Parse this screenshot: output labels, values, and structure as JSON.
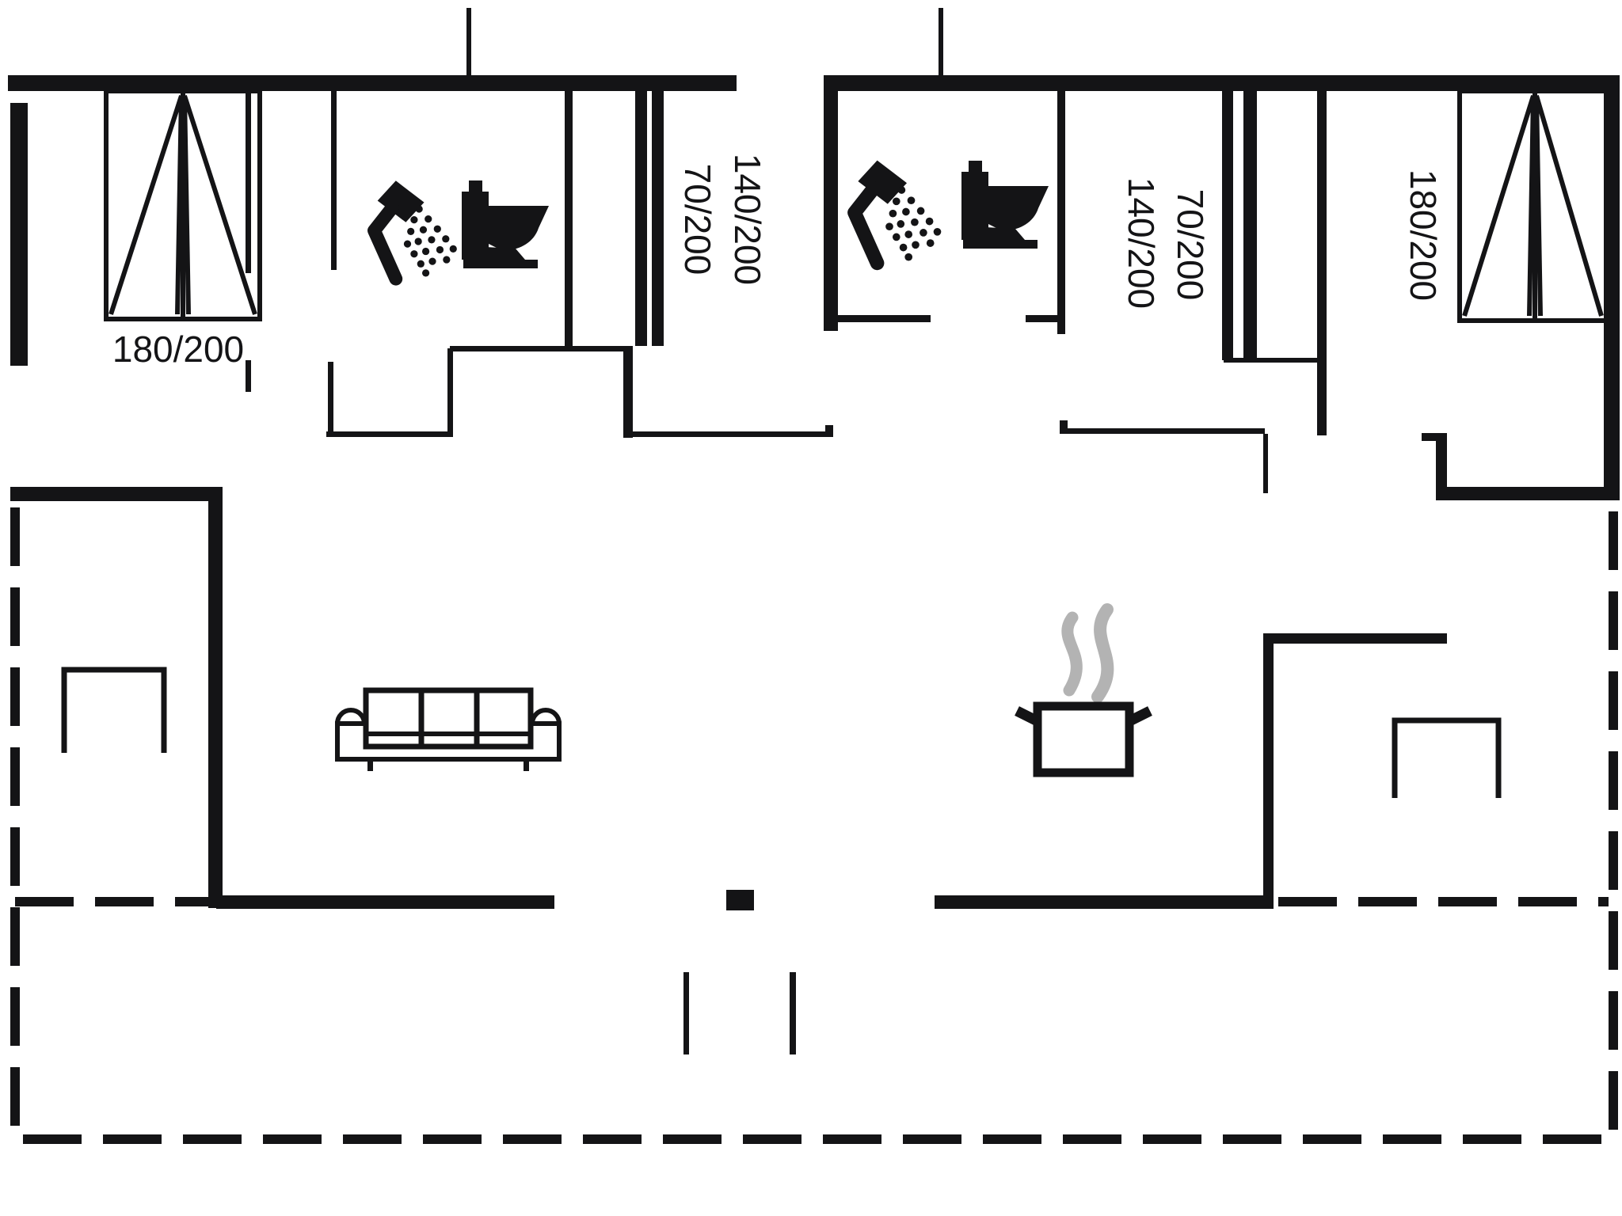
{
  "colors": {
    "background": "#ffffff",
    "wall": "#141416",
    "steam": "#b3b3b3",
    "text": "#141416"
  },
  "labels": [
    {
      "id": "bed-left",
      "text": "180/200"
    },
    {
      "id": "bunk-left-single",
      "text": "70/200"
    },
    {
      "id": "bunk-left-double",
      "text": "140/200"
    },
    {
      "id": "bunk-right-double",
      "text": "140/200"
    },
    {
      "id": "bunk-right-single",
      "text": "70/200"
    },
    {
      "id": "bed-right",
      "text": "180/200"
    }
  ],
  "icons": [
    {
      "name": "shower-icon",
      "meaning": "shower with spray",
      "count": 2
    },
    {
      "name": "toilet-icon",
      "meaning": "WC",
      "count": 2
    },
    {
      "name": "sofa-icon",
      "meaning": "3-seat sofa",
      "count": 1
    },
    {
      "name": "cooking-pot-icon",
      "meaning": "kitchen / stove",
      "count": 1
    },
    {
      "name": "double-bed-icon",
      "meaning": "double bed",
      "count": 2
    },
    {
      "name": "bunk-bed-icon",
      "meaning": "bunk beds",
      "count": 2
    }
  ],
  "furniture": {
    "double_beds": [
      "180/200",
      "180/200"
    ],
    "bunk_beds": [
      "70/200 over 140/200",
      "140/200 with 70/200"
    ]
  }
}
